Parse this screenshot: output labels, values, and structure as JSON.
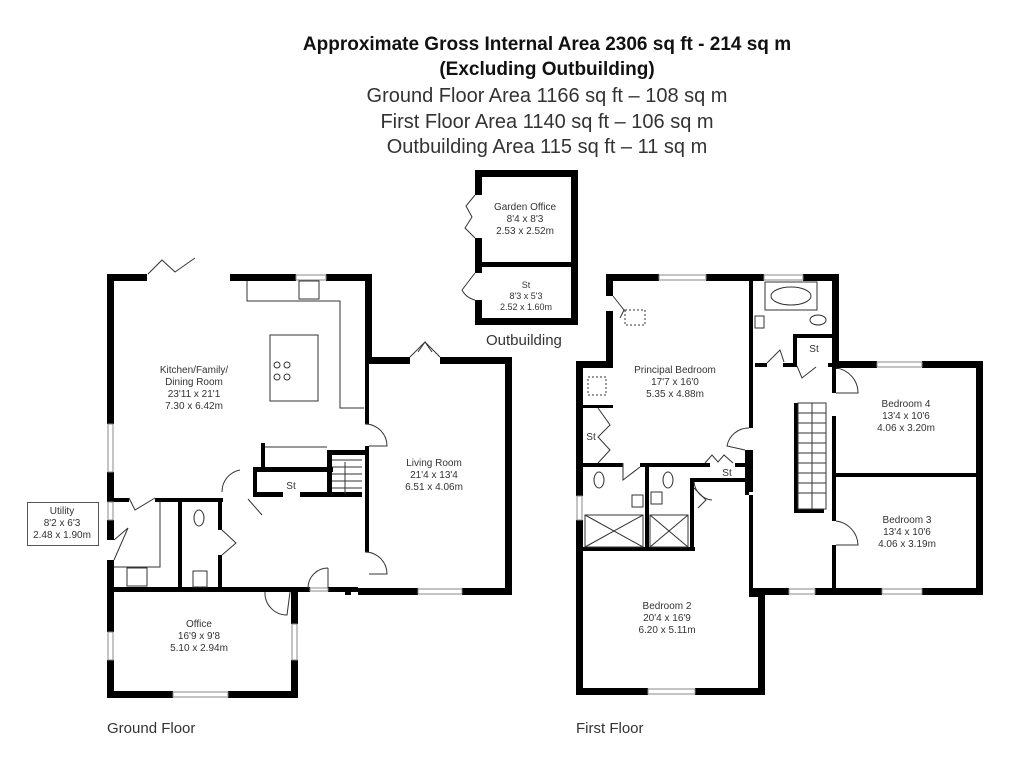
{
  "header": {
    "line1": "Approximate Gross Internal Area 2306 sq ft - 214 sq m",
    "line2": "(Excluding Outbuilding)",
    "line3": "Ground Floor Area 1166 sq ft – 108 sq m",
    "line4": "First Floor Area 1140 sq ft – 106 sq m",
    "line5": "Outbuilding Area 115 sq ft – 11 sq m"
  },
  "floors": {
    "ground": "Ground Floor",
    "first": "First Floor",
    "outbuilding": "Outbuilding"
  },
  "rooms": {
    "kitchen": {
      "name1": "Kitchen/Family/",
      "name2": "Dining Room",
      "imperial": "23'11 x 21'1",
      "metric": "7.30 x 6.42m"
    },
    "living": {
      "name": "Living Room",
      "imperial": "21'4 x 13'4",
      "metric": "6.51 x 4.06m"
    },
    "utility": {
      "name": "Utility",
      "imperial": "8'2 x 6'3",
      "metric": "2.48 x 1.90m"
    },
    "office": {
      "name": "Office",
      "imperial": "16'9 x 9'8",
      "metric": "5.10 x 2.94m"
    },
    "gf_store": {
      "name": "St"
    },
    "garden_office": {
      "name": "Garden Office",
      "imperial": "8'4 x 8'3",
      "metric": "2.53 x 2.52m"
    },
    "out_store": {
      "name": "St",
      "imperial": "8'3 x 5'3",
      "metric": "2.52 x 1.60m"
    },
    "principal": {
      "name": "Principal Bedroom",
      "imperial": "17'7 x 16'0",
      "metric": "5.35 x 4.88m"
    },
    "principal_store": {
      "name": "St"
    },
    "landing_store": {
      "name": "St"
    },
    "bath_store": {
      "name": "St"
    },
    "bedroom4": {
      "name": "Bedroom 4",
      "imperial": "13'4 x 10'6",
      "metric": "4.06 x 3.20m"
    },
    "bedroom3": {
      "name": "Bedroom 3",
      "imperial": "13'4 x 10'6",
      "metric": "4.06 x 3.19m"
    },
    "bedroom2": {
      "name": "Bedroom 2",
      "imperial": "20'4 x 16'9",
      "metric": "6.20 x 5.11m"
    }
  }
}
